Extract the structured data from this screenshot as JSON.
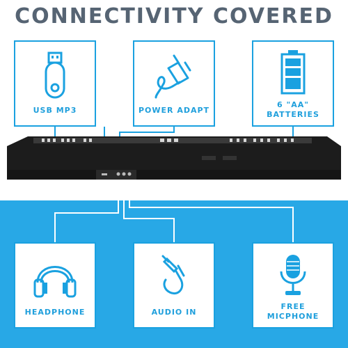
{
  "title": "CONNECTIVITY COVERED",
  "top_cards": [
    {
      "label": "USB MP3",
      "icon": "usb-drive-icon"
    },
    {
      "label": "POWER ADAPT",
      "icon": "power-plug-icon"
    },
    {
      "label_line1": "6 \"AA\"",
      "label_line2": "BATTERIES",
      "icon": "battery-icon"
    }
  ],
  "bottom_cards": [
    {
      "label": "HEADPHONE",
      "icon": "headphones-icon"
    },
    {
      "label": "AUDIO IN",
      "icon": "audio-cable-icon"
    },
    {
      "label_line1": "FREE",
      "label_line2": "MICPHONE",
      "icon": "microphone-icon"
    }
  ],
  "colors": {
    "accent": "#1aa1e0",
    "band": "#28a8e6",
    "title": "#566473",
    "keyboard": "#1c1c1c"
  }
}
